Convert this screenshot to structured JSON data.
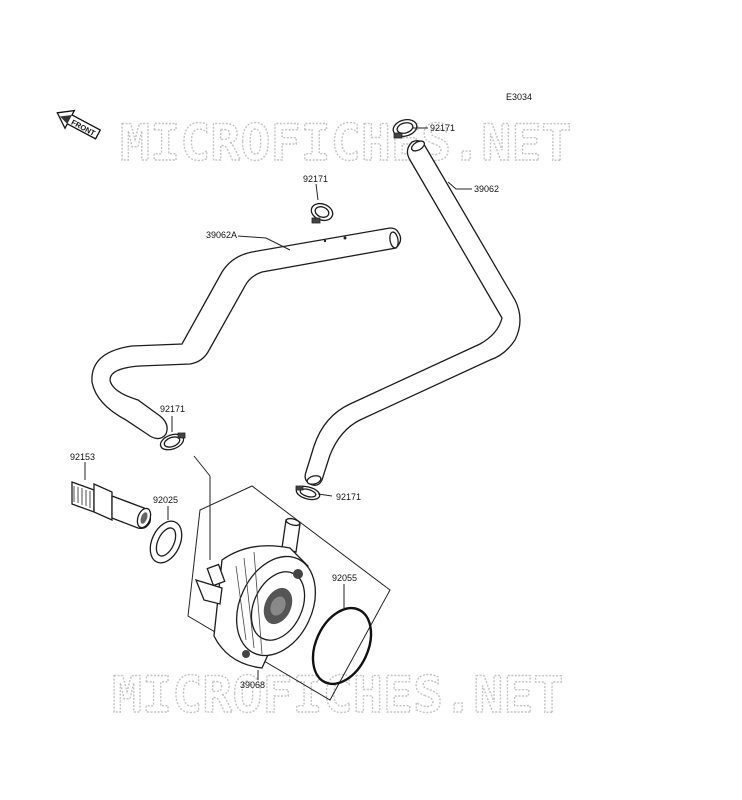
{
  "diagram_code": "E3034",
  "front_indicator": "FRONT",
  "watermark": "MICROFICHES.NET",
  "colors": {
    "line": "#1c1c1c",
    "watermark_stroke": "#c4c4c4",
    "background": "#ffffff"
  },
  "parts": {
    "clamp_top": "92171",
    "hose_right": "39062",
    "clamp_middle": "92171",
    "hose_left": "39062A",
    "clamp_left": "92171",
    "fitting": "92153",
    "gasket": "92025",
    "clamp_lower": "92171",
    "o_ring": "92055",
    "oil_cooler": "39068"
  }
}
